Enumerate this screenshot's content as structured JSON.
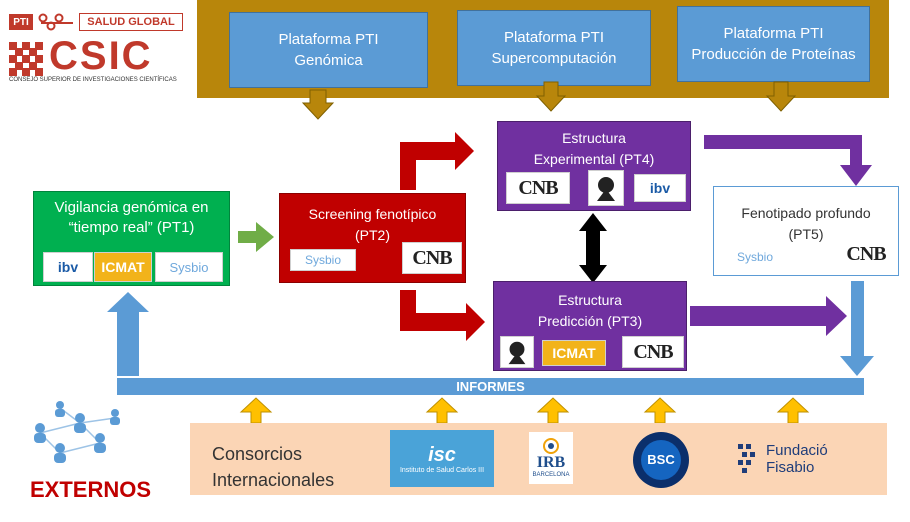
{
  "header": {
    "pti_tag": "PTI",
    "salud_global": "SALUD GLOBAL",
    "csic": "CSIC",
    "csic_full": "CONSEJO SUPERIOR DE INVESTIGACIONES CIENTÍFICAS"
  },
  "platforms": [
    {
      "line1": "Plataforma PTI",
      "line2": "Genómica"
    },
    {
      "line1": "Plataforma PTI",
      "line2": "Supercomputación"
    },
    {
      "line1": "Plataforma PTI",
      "line2": "Producción de Proteínas"
    }
  ],
  "boxes": {
    "pt1": {
      "line1": "Vigilancia genómica en",
      "line2": "“tiempo real” (PT1)"
    },
    "pt2": {
      "line1": "Screening fenotípico",
      "line2": "(PT2)"
    },
    "pt4": {
      "line1": "Estructura",
      "line2": "Experimental (PT4)"
    },
    "pt3": {
      "line1": "Estructura",
      "line2": "Predicción (PT3)"
    },
    "pt5": {
      "line1": "Fenotipado profundo",
      "line2": "(PT5)"
    }
  },
  "logos": {
    "cnb": "CNB",
    "ibv": "ibv",
    "icmat": "ICMAT",
    "sysbio": "Sysbio",
    "isciii": "isc",
    "isciii_sub": "Instituto de Salud Carlos III",
    "irb": "IRB",
    "irb_sub": "BARCELONA",
    "bsc": "BSC",
    "fisabio_line1": "Fundació",
    "fisabio_line2": "Fisabio"
  },
  "informes": "INFORMES",
  "consorcios": {
    "line1": "Consorcios",
    "line2": "Internacionales"
  },
  "externos": "EXTERNOS",
  "colors": {
    "gold": "#b8860b",
    "platform_blue": "#5b9bd5",
    "green": "#00b050",
    "red": "#c00000",
    "purple": "#7030a0",
    "light_orange": "#fbd5b5",
    "yellow_arrow": "#ffc000",
    "informes_blue": "#5b9bd5"
  }
}
